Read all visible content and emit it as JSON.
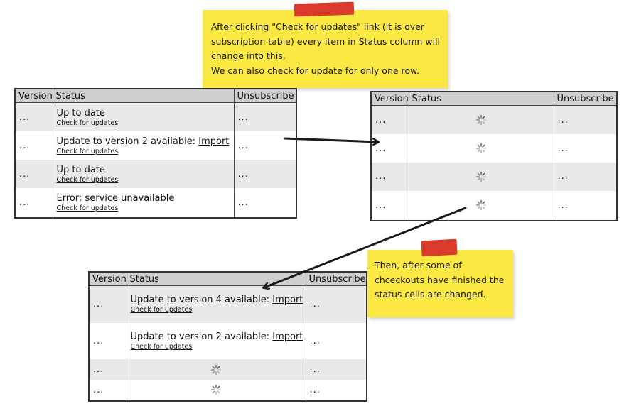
{
  "note_top": {
    "lines": [
      "After clicking \"Check for updates\" link (it is over",
      "subscription table) every item in Status column will",
      "change into this.",
      "We can also check for update for only one row."
    ]
  },
  "note_bottom": {
    "lines": [
      "Then, after some of",
      "chceckouts have finished the",
      "status cells are changed."
    ]
  },
  "headers": {
    "version": "Version",
    "status": "Status",
    "unsubscribe": "Unsubscribe"
  },
  "ellipsis": "...",
  "check_link": "Check for updates",
  "import_link": "Import",
  "table1": {
    "rows": [
      {
        "status": "Up to date"
      },
      {
        "status": "Update to version 2 available: ",
        "import": true
      },
      {
        "status": "Up to date"
      },
      {
        "status": "Error: service unavailable"
      }
    ]
  },
  "table3": {
    "rows": [
      {
        "status": "Update to version 4 available: ",
        "import": true
      },
      {
        "status": "Update to version 2 available: ",
        "import": true
      }
    ]
  },
  "colors": {
    "note": "#fbe842",
    "tape": "#d93a2b",
    "header": "#cfcfcf",
    "row_alt": "#e9e9e9"
  },
  "icons": {
    "loading": "spinner-icon"
  }
}
